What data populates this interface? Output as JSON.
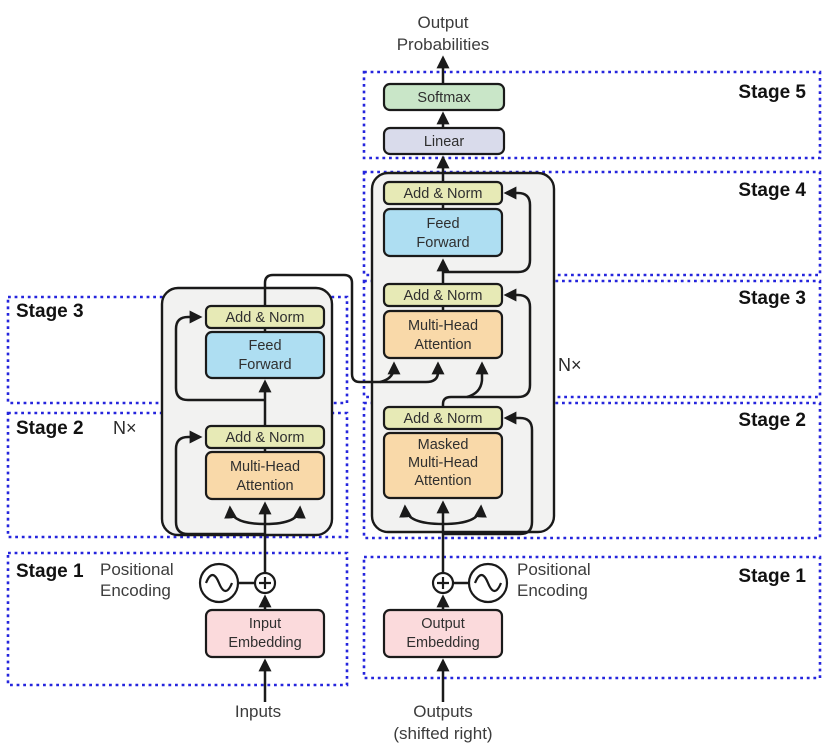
{
  "colors": {
    "stage_dash": "#2525dd",
    "line": "#1a1a1a",
    "block_bg": "#f2f2f1",
    "add_norm": "#e7eab6",
    "feed_forward": "#aedef2",
    "attention": "#f9d9a9",
    "softmax": "#c9e6c8",
    "linear": "#d9dbeb",
    "embedding": "#fbdadc",
    "icon_fill": "#ffffff"
  },
  "labels": {
    "output_probabilities": [
      "Output",
      "Probabilities"
    ],
    "softmax": "Softmax",
    "linear": "Linear",
    "add_norm": "Add & Norm",
    "feed_forward": [
      "Feed",
      "Forward"
    ],
    "multi_head_attention": [
      "Multi-Head",
      "Attention"
    ],
    "masked_multi_head_attention": [
      "Masked",
      "Multi-Head",
      "Attention"
    ],
    "positional_encoding": [
      "Positional",
      "Encoding"
    ],
    "input_embedding": [
      "Input",
      "Embedding"
    ],
    "output_embedding": [
      "Output",
      "Embedding"
    ],
    "inputs": "Inputs",
    "outputs": [
      "Outputs",
      "(shifted right)"
    ],
    "n_times": "N×"
  },
  "stages": {
    "left": [
      "Stage 3",
      "Stage 2",
      "Stage 1"
    ],
    "right": [
      "Stage 5",
      "Stage 4",
      "Stage 3",
      "Stage 2",
      "Stage 1"
    ]
  }
}
